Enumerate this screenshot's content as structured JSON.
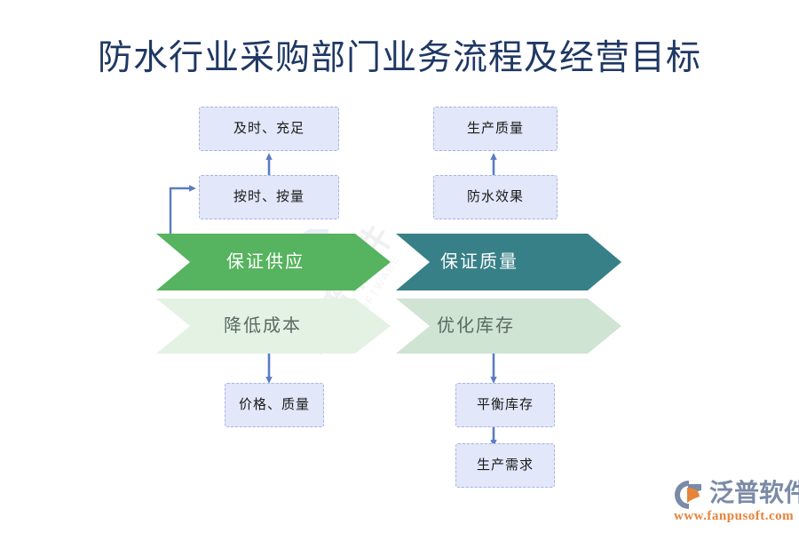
{
  "page": {
    "title": "防水行业采购部门业务流程及经营目标",
    "background": "#ffffff",
    "title_color": "#1f3864"
  },
  "chevrons": [
    {
      "id": "guarantee-supply",
      "label": "保证供应",
      "fill": "#56b35f",
      "text_color": "#ffffff",
      "row": "top",
      "column": "left"
    },
    {
      "id": "guarantee-quality",
      "label": "保证质量",
      "fill": "#378087",
      "text_color": "#ffffff",
      "row": "top",
      "column": "right"
    },
    {
      "id": "reduce-cost",
      "label": "降低成本",
      "fill": "#e4f2e4",
      "text_color": "#5a6a62",
      "row": "bottom",
      "column": "left"
    },
    {
      "id": "optimize-inventory",
      "label": "优化库存",
      "fill": "#cfe4d2",
      "text_color": "#5a6a62",
      "row": "bottom",
      "column": "right"
    }
  ],
  "boxes": [
    {
      "id": "timely-sufficient",
      "label": "及时、充足"
    },
    {
      "id": "on-time-on-quantity",
      "label": "按时、按量"
    },
    {
      "id": "production-quality",
      "label": "生产质量"
    },
    {
      "id": "waterproof-effect",
      "label": "防水效果"
    },
    {
      "id": "price-quality",
      "label": "价格、质量"
    },
    {
      "id": "balance-inventory",
      "label": "平衡库存"
    },
    {
      "id": "production-demand",
      "label": "生产需求"
    }
  ],
  "box_style": {
    "fill": "#e2e7f9",
    "border": "#a7b4e6",
    "text_color": "#1a1a1a"
  },
  "connector_color": "#5b7bc4",
  "watermark": {
    "text": "泛普软件",
    "subtext": "FANPU SOFTWARE"
  },
  "logo": {
    "name": "泛普软件",
    "url": "www.fanpusoft.com",
    "name_color": "#7b8aa6",
    "url_color": "#e8833a"
  }
}
